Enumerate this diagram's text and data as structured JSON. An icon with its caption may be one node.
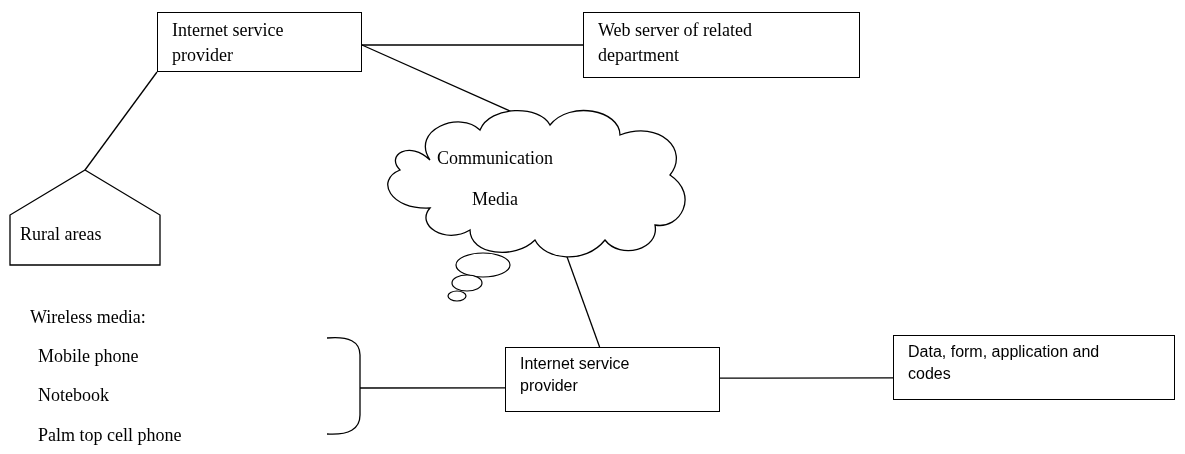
{
  "diagram": {
    "nodes": [
      {
        "text": [
          "Internet service provider"
        ]
      },
      {
        "text": [
          "Web server of related department"
        ]
      },
      {
        "text": [
          "Rural areas"
        ]
      },
      {
        "text": [
          "Communication Media"
        ]
      },
      {
        "text": [
          "Wireless media:",
          "Mobile phone",
          "Notebook",
          "Palm top cell phone"
        ]
      },
      {
        "text": [
          "Internet service provider"
        ]
      },
      {
        "text": [
          "Data, form, application and codes"
        ]
      }
    ],
    "edges": [
      {
        "from": 0,
        "to": 1,
        "arrow": "none"
      },
      {
        "from": 0,
        "to": 3,
        "arrow": "none"
      },
      {
        "from": 0,
        "to": 2,
        "arrow": "none"
      },
      {
        "from": 3,
        "to": 5,
        "arrow": "none"
      },
      {
        "from": 4,
        "to": 5,
        "arrow": "none"
      },
      {
        "from": 5,
        "to": 6,
        "arrow": "none"
      }
    ]
  }
}
